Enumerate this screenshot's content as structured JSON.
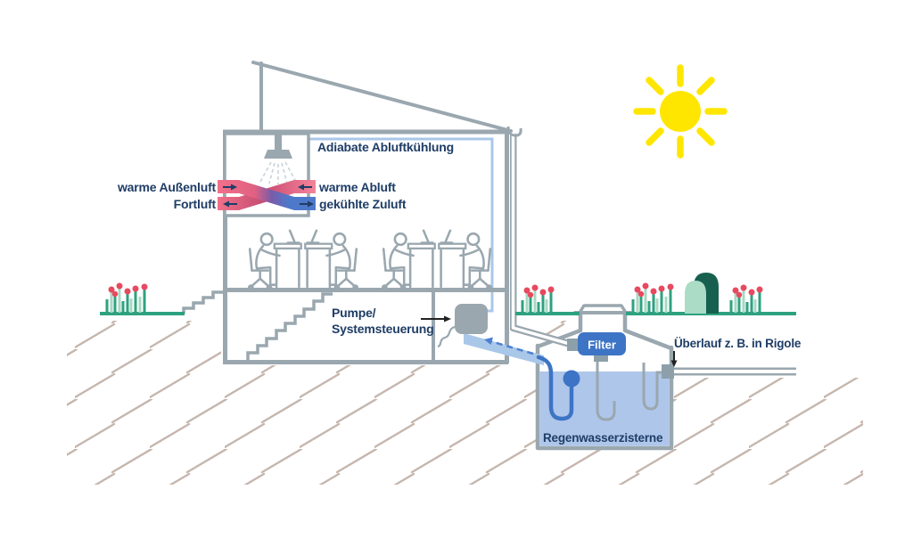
{
  "diagram": {
    "type": "building-cross-section",
    "subject": "Adiabatic exhaust-air cooling with rainwater cistern"
  },
  "labels": {
    "adiabatic_cooling": "Adiabate Abluftkühlung",
    "warm_outside_air": "warme Außenluft",
    "exhaust_air_out": "Fortluft",
    "warm_exhaust_air": "warme Abluft",
    "cooled_supply_air": "gekühlte Zuluft",
    "pump_line1": "Pumpe/",
    "pump_line2": "Systemsteuerung",
    "filter": "Filter",
    "overflow": "Überlauf z. B. in Rigole",
    "cistern": "Regenwasserzisterne"
  },
  "icons": {
    "sun": "sun-icon",
    "shower_head": "shower-head-icon",
    "flow_in_left": "→",
    "flow_out_left": "←",
    "flow_in_right": "←",
    "flow_out_right": "→",
    "pointer_to_pump": "→",
    "pointer_to_overflow": "↓"
  },
  "colors": {
    "outline_gray": "#9AA7AF",
    "label_navy": "#1F3D66",
    "pipe_light_blue": "#A9C7E8",
    "accent_blue": "#3D74C5",
    "dashed_flow_blue": "#4C80D2",
    "water_fill": "#AEC6EA",
    "sun_yellow": "#FFE600",
    "plant_green": "#2EA180",
    "plant_light_green": "#A8D8C2",
    "bush_dark_green": "#17604F",
    "bush_light_green": "#ABDCC5",
    "flower_red": "#E8495F",
    "warm_air_pink": "#F2708A",
    "cool_air_blue": "#4E79CB",
    "soil_hatch": "#C5B6AD",
    "arrow_black": "#222222"
  }
}
